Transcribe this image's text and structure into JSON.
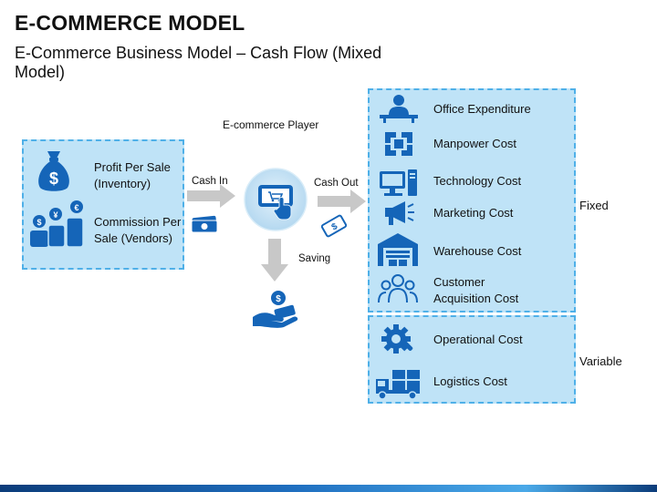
{
  "header": {
    "title": "E-COMMERCE MODEL",
    "subtitle": "E-Commerce Business Model – Cash Flow (Mixed Model)"
  },
  "revenue": {
    "items": [
      {
        "label_line1": "Profit Per Sale",
        "label_line2": "(Inventory)",
        "icon": "money-bag-icon"
      },
      {
        "label_line1": "Commission Per",
        "label_line2": "Sale (Vendors)",
        "icon": "currency-coins-icon"
      }
    ]
  },
  "flow": {
    "cash_in": "Cash In",
    "player": "E-commerce Player",
    "cash_out": "Cash Out",
    "saving": "Saving"
  },
  "fixed": {
    "label": "Fixed",
    "items": [
      {
        "label": "Office Expenditure",
        "icon": "office-worker-icon"
      },
      {
        "label": "Manpower Cost",
        "icon": "teamwork-hands-icon"
      },
      {
        "label": "Technology Cost",
        "icon": "computer-icon"
      },
      {
        "label": "Marketing Cost",
        "icon": "megaphone-icon"
      },
      {
        "label": "Warehouse Cost",
        "icon": "warehouse-icon"
      },
      {
        "label_line1": "Customer",
        "label_line2": "Acquisition Cost",
        "icon": "customers-icon"
      }
    ]
  },
  "variable": {
    "label": "Variable",
    "items": [
      {
        "label": "Operational Cost",
        "icon": "gear-wrench-icon"
      },
      {
        "label": "Logistics Cost",
        "icon": "delivery-truck-icon"
      }
    ]
  },
  "colors": {
    "primary": "#1565b8",
    "box_fill": "#bfe3f7",
    "box_border": "#4fb0e8",
    "arrow": "#c8c8c8"
  }
}
